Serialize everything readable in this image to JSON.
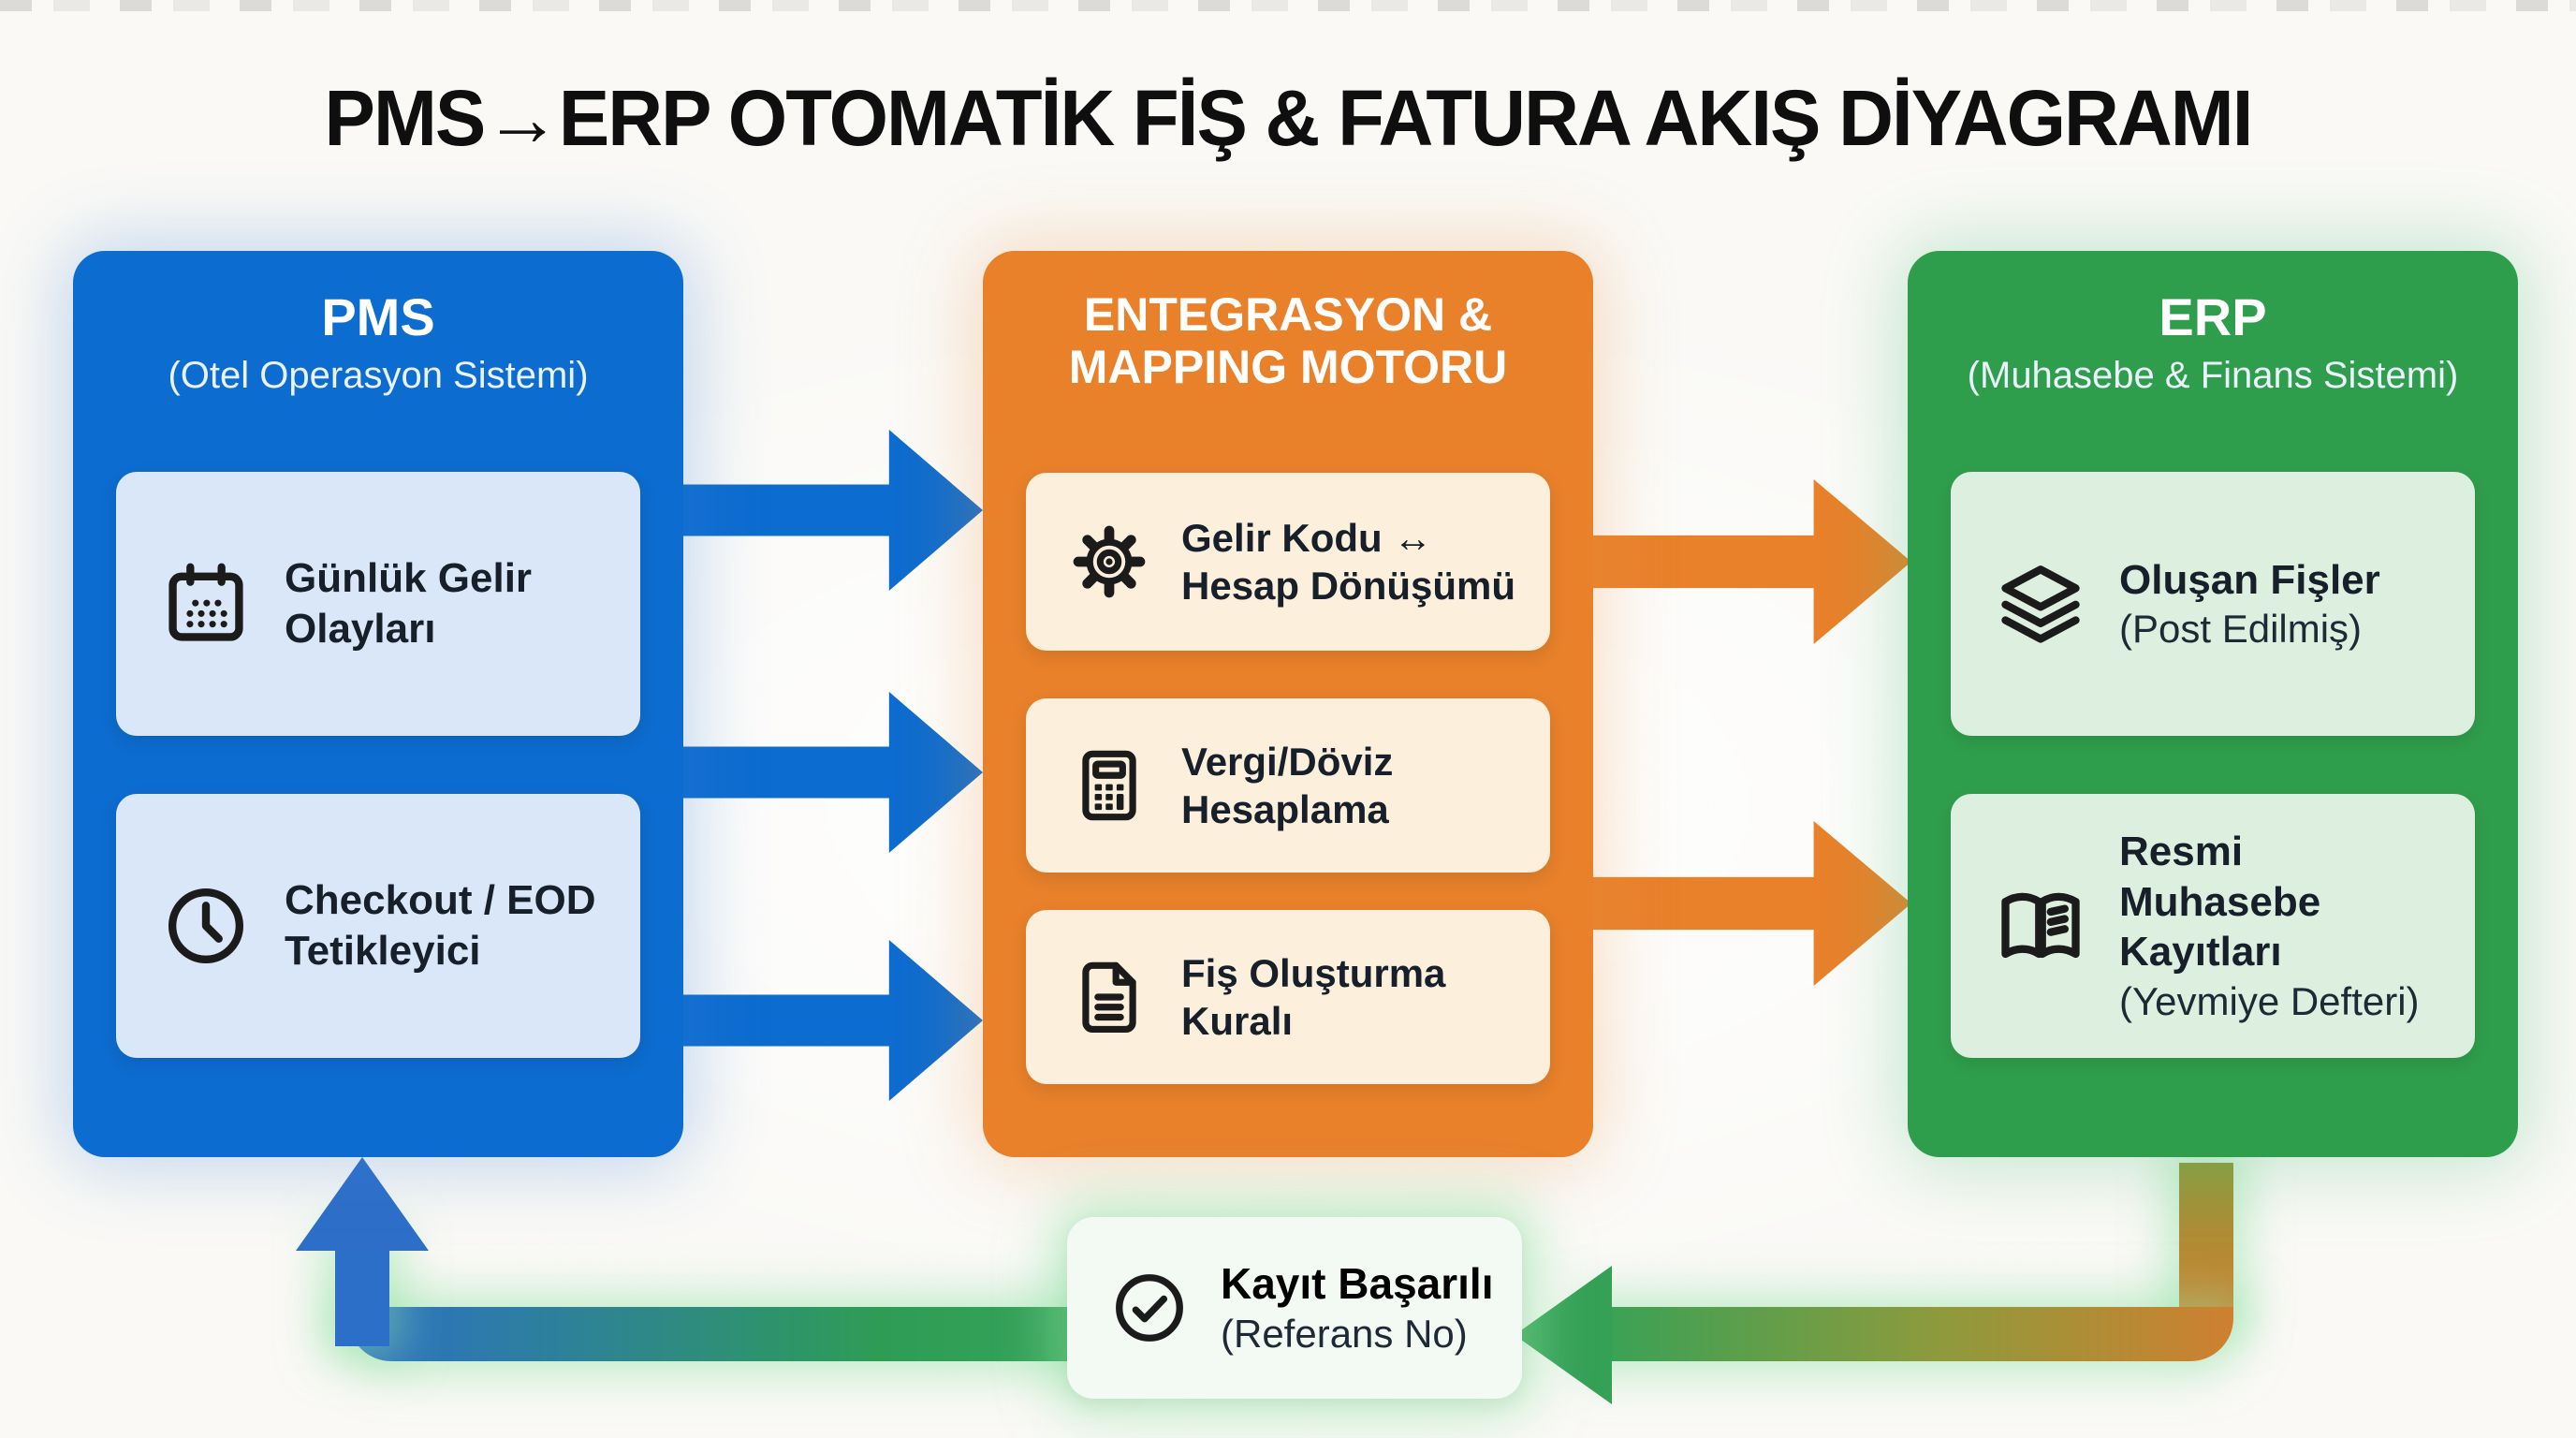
{
  "page": {
    "title": "PMS→ERP OTOMATİK FİŞ & FATURA AKIŞ DİYAGRAMI",
    "background": "#faf9f6"
  },
  "columns": [
    {
      "title": "PMS",
      "subtitle": "(Otel Operasyon Sistemi)",
      "accent": "#0d6ccf",
      "item_bg": "#d9e7f8",
      "items": [
        {
          "icon": "calendar-icon",
          "label": "Günlük Gelir Olayları",
          "sublabel": ""
        },
        {
          "icon": "clock-icon",
          "label": "Checkout / EOD Tetikleyici",
          "sublabel": ""
        }
      ]
    },
    {
      "title": "ENTEGRASYON & MAPPING MOTORU",
      "subtitle": "",
      "accent": "#e8812a",
      "item_bg": "#fcefdc",
      "items": [
        {
          "icon": "gear-icon",
          "label": "Gelir Kodu ↔ Hesap Dönüşümü",
          "sublabel": ""
        },
        {
          "icon": "calculator-icon",
          "label": "Vergi/Döviz Hesaplama",
          "sublabel": ""
        },
        {
          "icon": "document-icon",
          "label": "Fiş Oluşturma Kuralı",
          "sublabel": ""
        }
      ]
    },
    {
      "title": "ERP",
      "subtitle": "(Muhasebe & Finans Sistemi)",
      "accent": "#2f9e4c",
      "item_bg": "#ddf0e0",
      "items": [
        {
          "icon": "layers-icon",
          "label": "Oluşan Fişler",
          "sublabel": "(Post Edilmiş)"
        },
        {
          "icon": "book-open-icon",
          "label": "Resmi Muhasebe Kayıtları",
          "sublabel": "(Yevmiye Defteri)"
        }
      ]
    }
  ],
  "feedback": {
    "icon": "check-circle-icon",
    "label": "Kayıt Başarılı",
    "sublabel": "(Referans No)"
  },
  "arrows": {
    "pms_to_engine_color": "#0d6ccf",
    "engine_to_erp_color": "#e8812a",
    "return_left_gradient": [
      "#2c6fc8",
      "#37a45a"
    ],
    "return_right_gradient": [
      "#36a257",
      "#cf8030"
    ],
    "glow_color": "rgba(140,225,160,0.55)"
  }
}
